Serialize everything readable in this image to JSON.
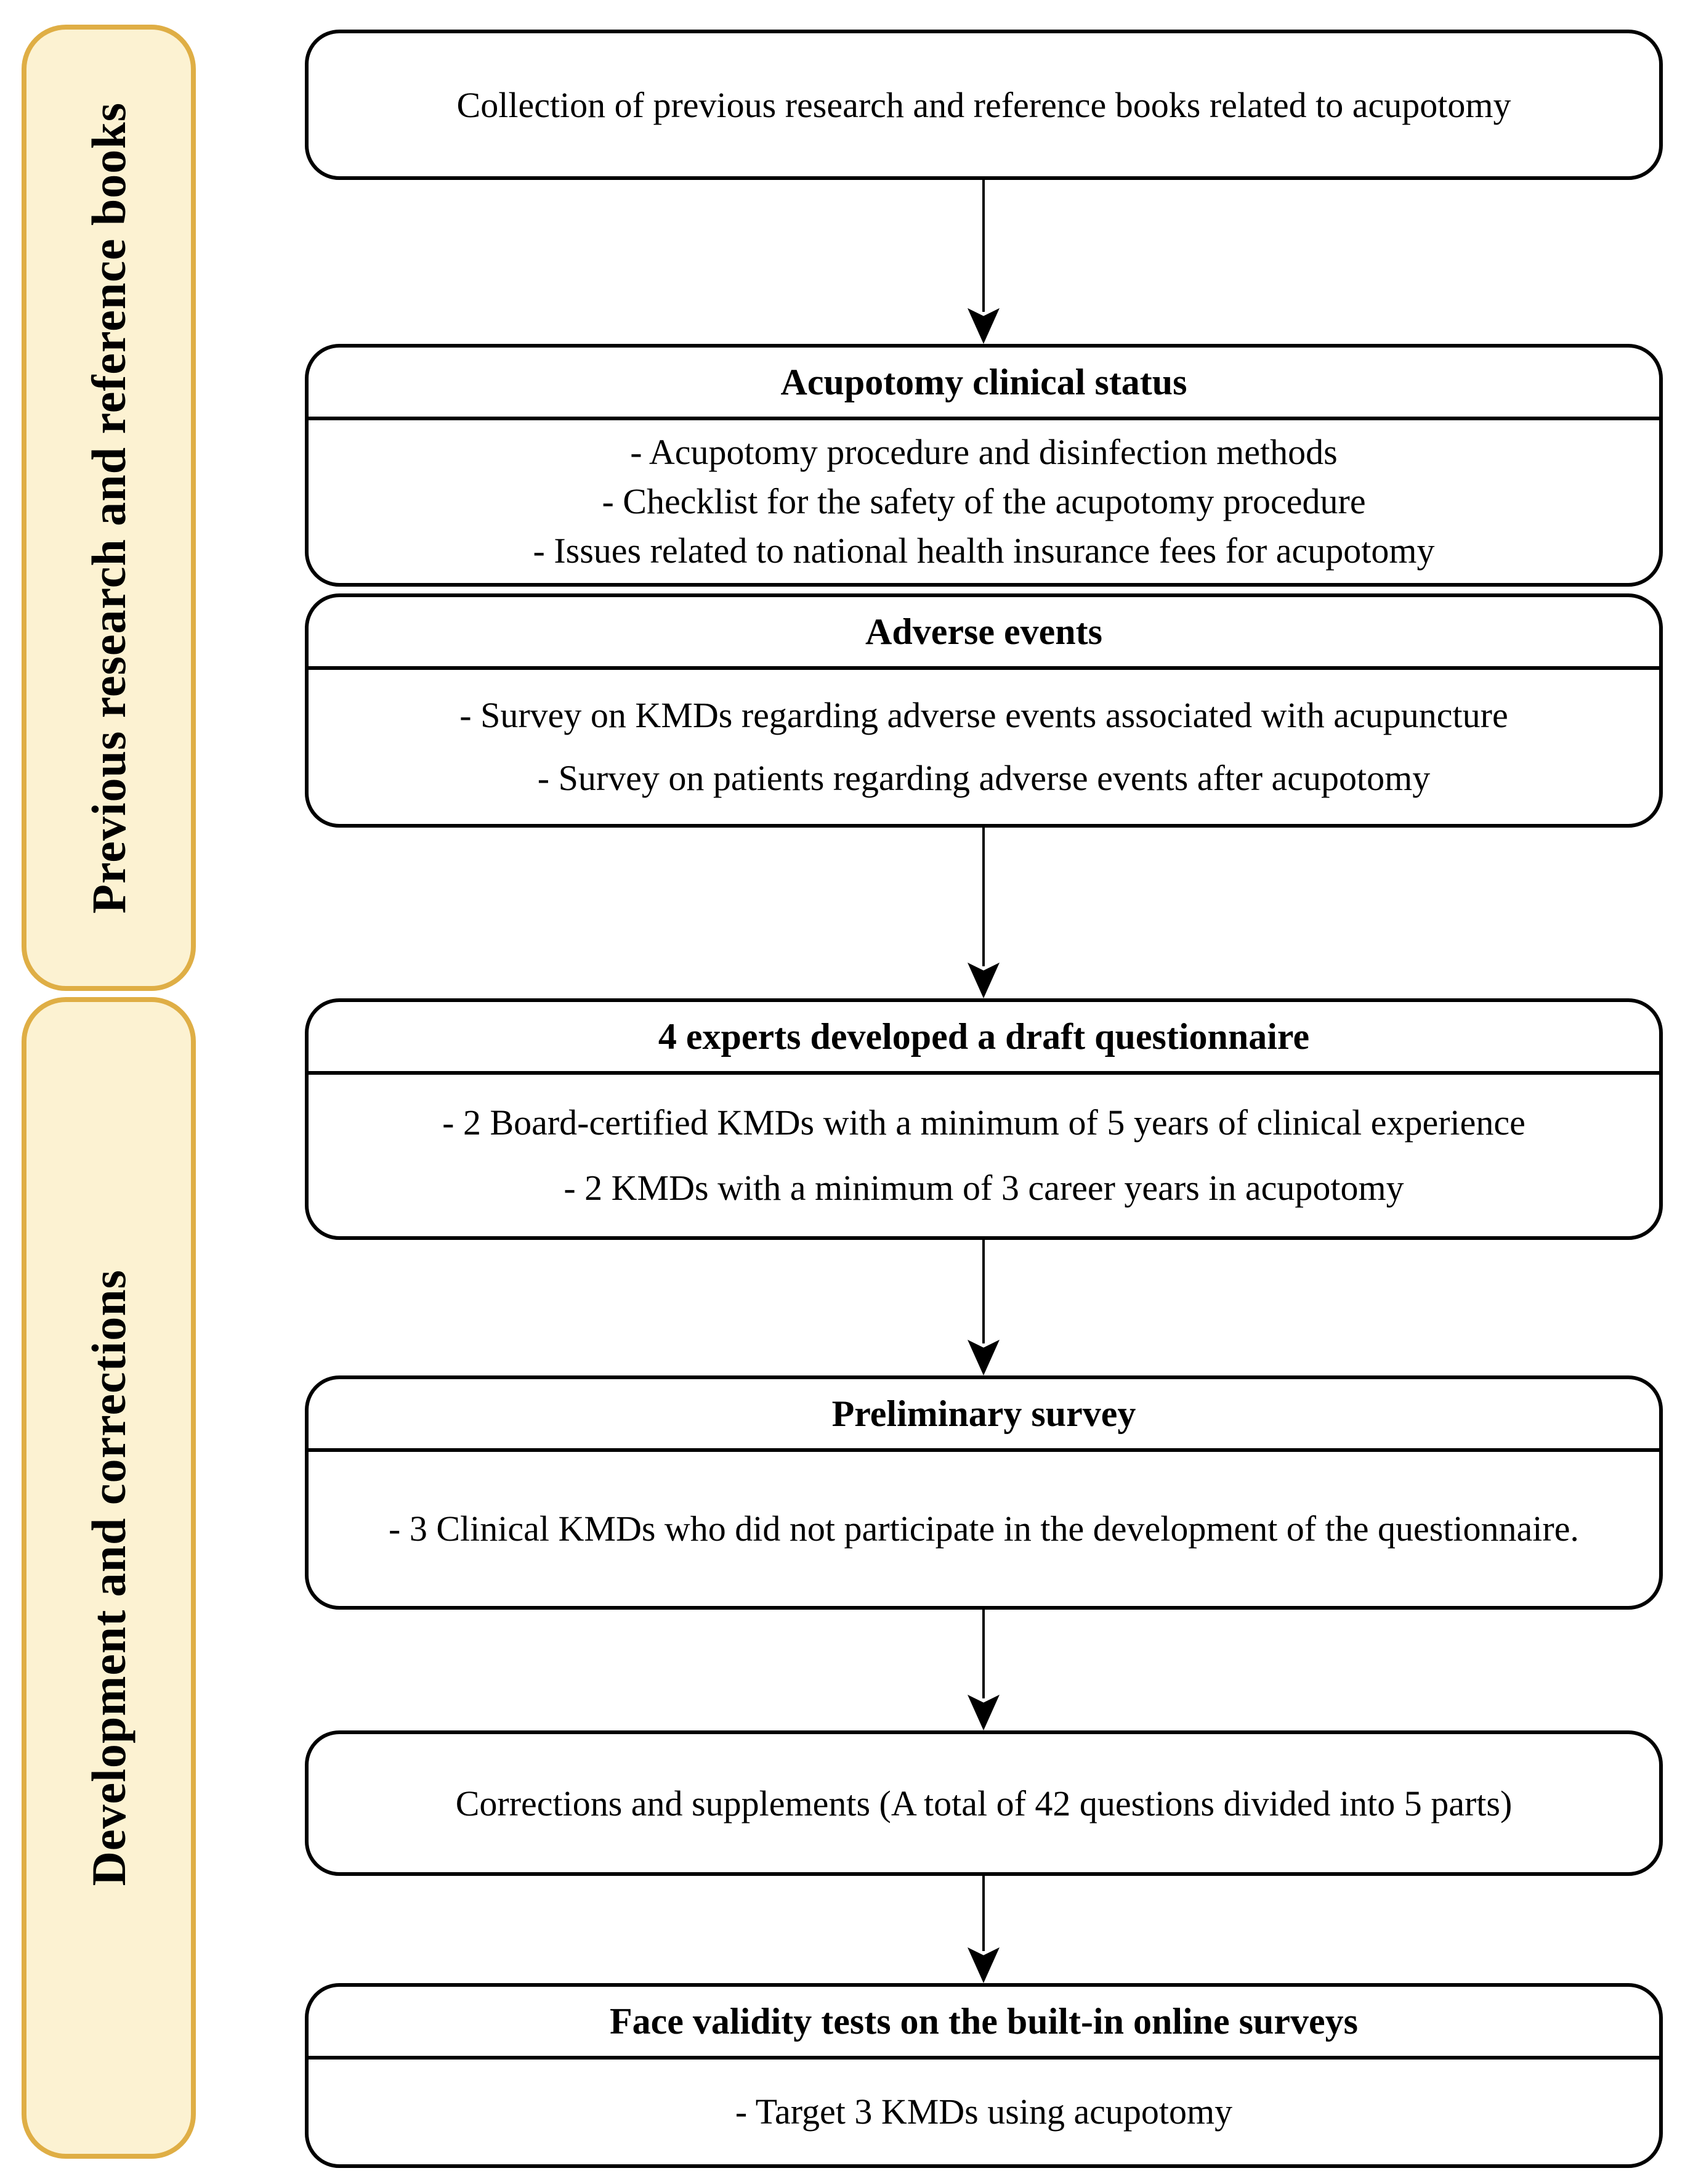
{
  "figure": {
    "type": "flowchart",
    "background": "#ffffff",
    "colors": {
      "flow_box_border": "#000000",
      "side_box_fill": "#FCF2D2",
      "side_box_border": "#DFAE45",
      "text": "#000000"
    }
  },
  "side_labels": [
    {
      "label": "Previous research and reference books"
    },
    {
      "label": "Development and corrections"
    }
  ],
  "flow": {
    "boxes": [
      {
        "text": "Collection of previous research and reference books related to acupotomy"
      },
      {
        "header": "Acupotomy clinical status",
        "items": [
          "- Acupotomy procedure and disinfection methods",
          "- Checklist for the safety of the acupotomy procedure",
          "- Issues related to national health insurance fees for acupotomy"
        ]
      },
      {
        "header": "Adverse events",
        "items": [
          "- Survey on KMDs regarding adverse events associated with acupuncture",
          "- Survey on patients regarding adverse events after acupotomy"
        ]
      },
      {
        "header": "4 experts developed a draft questionnaire",
        "items": [
          "- 2 Board-certified KMDs with a minimum of 5 years of clinical experience",
          "- 2 KMDs with a minimum of 3 career years in acupotomy"
        ]
      },
      {
        "header": "Preliminary survey",
        "items": [
          "- 3 Clinical KMDs who did not participate in the development of the questionnaire."
        ]
      },
      {
        "text": "Corrections and supplements (A total of 42 questions divided into 5 parts)"
      },
      {
        "header": "Face validity tests on the built-in online surveys",
        "items": [
          "- Target 3 KMDs using acupotomy"
        ]
      }
    ]
  }
}
